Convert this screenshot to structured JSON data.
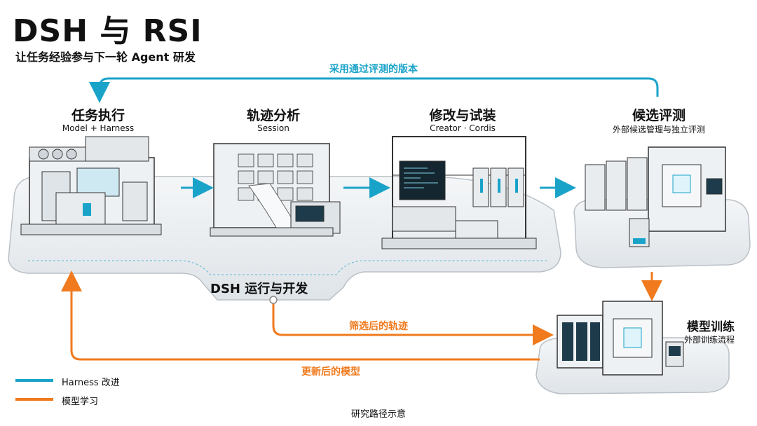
{
  "header": {
    "title": "DSH 与 RSI",
    "subtitle": "让任务经验参与下一轮 Agent 研发"
  },
  "stages": [
    {
      "title": "任务执行",
      "subtitle": "Model + Harness"
    },
    {
      "title": "轨迹分析",
      "subtitle": "Session"
    },
    {
      "title": "修改与试装",
      "subtitle": "Creator · Cordis"
    },
    {
      "title": "候选评测",
      "subtitle": "外部候选管理与独立评测"
    }
  ],
  "training": {
    "title": "模型训练",
    "subtitle": "外部训练流程"
  },
  "arrows": {
    "top_feedback": "采用通过评测的版本",
    "filtered": "筛选后的轨迹",
    "updated_model": "更新后的模型"
  },
  "platform_label": "DSH 运行与开发",
  "legend": [
    {
      "label": "Harness 改进",
      "color": "#1aa3c9"
    },
    {
      "label": "模型学习",
      "color": "#f07a1d"
    }
  ],
  "caption": "研究路径示意"
}
